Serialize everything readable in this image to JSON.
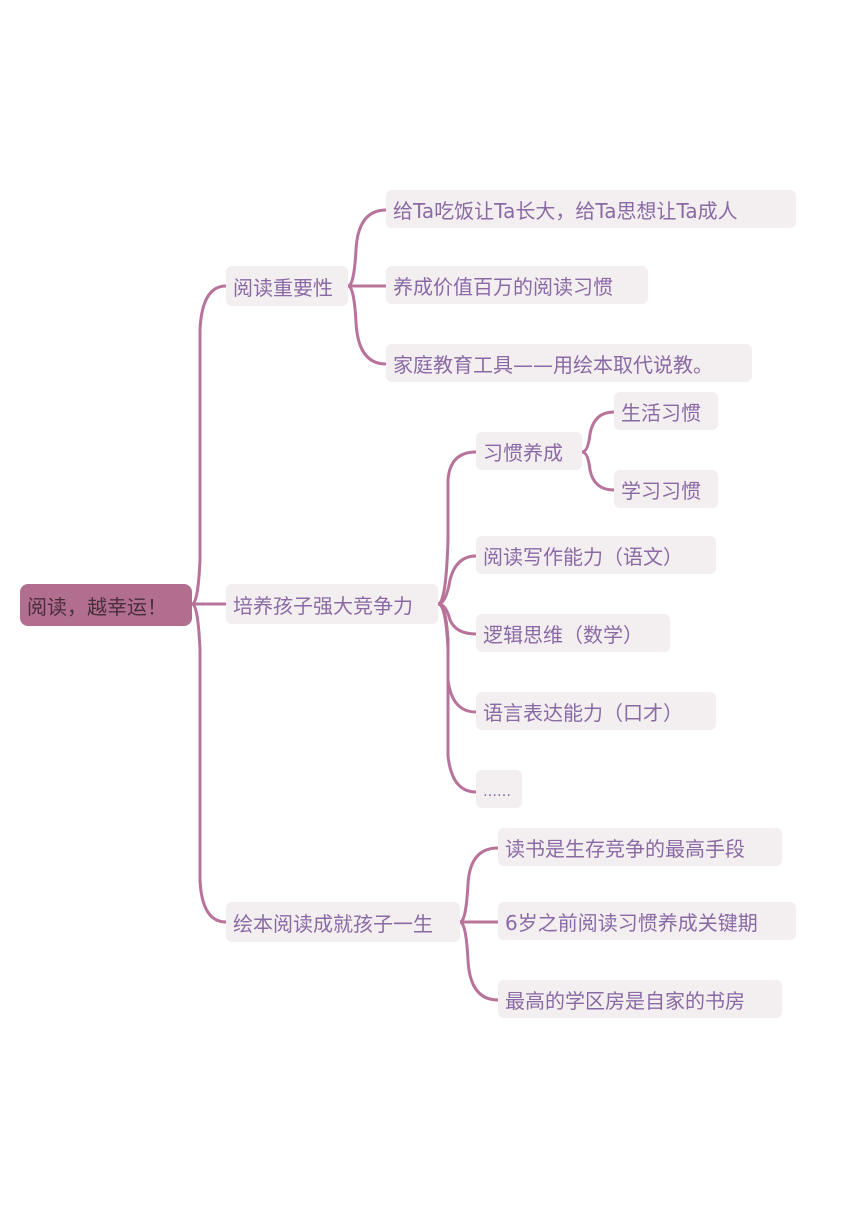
{
  "colors": {
    "line": "#b8739b",
    "root_bg": "#b26e8f",
    "root_text": "#4a2e3c",
    "node_bg": "#f3eef0",
    "node_text": "#8a6aa4"
  },
  "mindmap": {
    "root": "阅读，越幸运！",
    "branches": [
      {
        "label": "阅读重要性",
        "children": [
          {
            "label": "给Ta吃饭让Ta长大，给Ta思想让Ta成人"
          },
          {
            "label": "养成价值百万的阅读习惯"
          },
          {
            "label": "家庭教育工具——用绘本取代说教。"
          }
        ]
      },
      {
        "label": "培养孩子强大竞争力",
        "children": [
          {
            "label": "习惯养成",
            "children": [
              {
                "label": "生活习惯"
              },
              {
                "label": "学习习惯"
              }
            ]
          },
          {
            "label": "阅读写作能力（语文）"
          },
          {
            "label": "逻辑思维（数学）"
          },
          {
            "label": "语言表达能力（口才）"
          },
          {
            "label": "……"
          }
        ]
      },
      {
        "label": "绘本阅读成就孩子一生",
        "children": [
          {
            "label": "读书是生存竞争的最高手段"
          },
          {
            "label": "6岁之前阅读习惯养成关键期"
          },
          {
            "label": "最高的学区房是自家的书房"
          }
        ]
      }
    ]
  }
}
